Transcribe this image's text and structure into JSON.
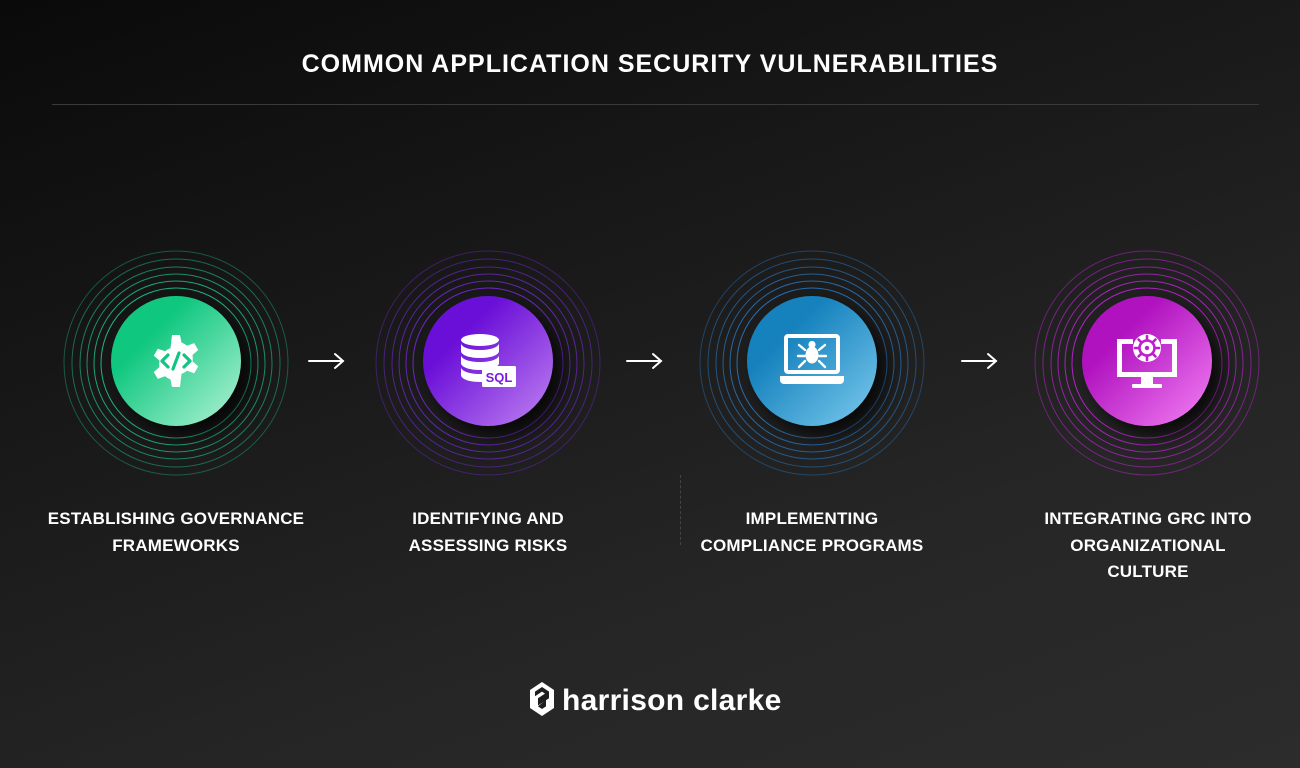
{
  "title": "COMMON APPLICATION SECURITY VULNERABILITIES",
  "steps": [
    {
      "icon": "code-gear-icon",
      "label_lines": [
        "ESTABLISHING GOVERNANCE",
        "FRAMEWORKS"
      ],
      "ring_color": "#1fd39a",
      "core_gradient": [
        "#0fc77f",
        "#a8f0cf"
      ]
    },
    {
      "icon": "sql-database-icon",
      "label_lines": [
        "IDENTIFYING AND",
        "ASSESSING RISKS"
      ],
      "ring_color": "#7a28d8",
      "core_gradient": [
        "#6a0fd8",
        "#b878f0"
      ]
    },
    {
      "icon": "laptop-bug-icon",
      "label_lines": [
        "IMPLEMENTING",
        "COMPLIANCE PROGRAMS"
      ],
      "ring_color": "#2a74b8",
      "core_gradient": [
        "#1a86c0",
        "#6fc3e8"
      ]
    },
    {
      "icon": "monitor-gear-icon",
      "label_lines": [
        "INTEGRATING GRC INTO",
        "ORGANIZATIONAL",
        "CULTURE"
      ],
      "ring_color": "#b523c8",
      "core_gradient": [
        "#b815c4",
        "#f07af0"
      ]
    }
  ],
  "logo": {
    "text": "harrison clarke",
    "icon": "harrison-clarke-logo-icon"
  }
}
